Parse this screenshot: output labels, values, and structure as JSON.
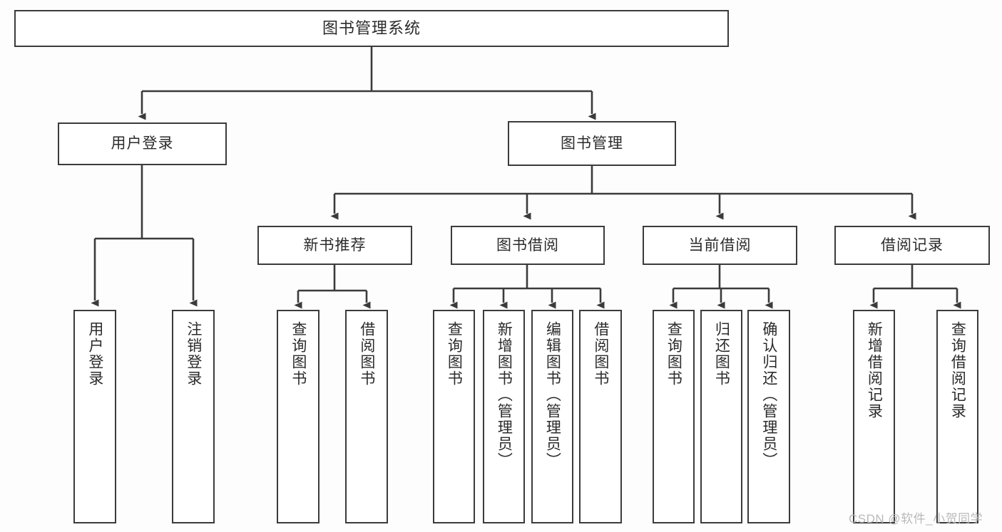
{
  "diagram": {
    "title": "图书管理系统",
    "root": {
      "label": "图书管理系统"
    },
    "level1": [
      {
        "label": "用户登录"
      },
      {
        "label": "图书管理"
      }
    ],
    "level2": [
      {
        "label": "新书推荐"
      },
      {
        "label": "图书借阅"
      },
      {
        "label": "当前借阅"
      },
      {
        "label": "借阅记录"
      }
    ],
    "leaves": {
      "user_login": [
        {
          "label": "用户登录"
        },
        {
          "label": "注销登录"
        }
      ],
      "new_book_recommend": [
        {
          "label": "查询图书"
        },
        {
          "label": "借阅图书"
        }
      ],
      "book_borrow": [
        {
          "label": "查询图书"
        },
        {
          "label": "新增图书（管理员）"
        },
        {
          "label": "编辑图书（管理员）"
        },
        {
          "label": "借阅图书"
        }
      ],
      "current_borrow": [
        {
          "label": "查询图书"
        },
        {
          "label": "归还图书"
        },
        {
          "label": "确认归还（管理员）"
        }
      ],
      "borrow_record": [
        {
          "label": "新增借阅记录"
        },
        {
          "label": "查询借阅记录"
        }
      ]
    }
  },
  "watermark": {
    "text": "CSDN @软件_小贺同学"
  },
  "colors": {
    "background": "#fdfdfd",
    "box_border": "#3b3b3b",
    "box_fill": "#ffffff",
    "text": "#2b2b2b",
    "connector": "#3b3b3b",
    "watermark": "#b9b9b9"
  }
}
